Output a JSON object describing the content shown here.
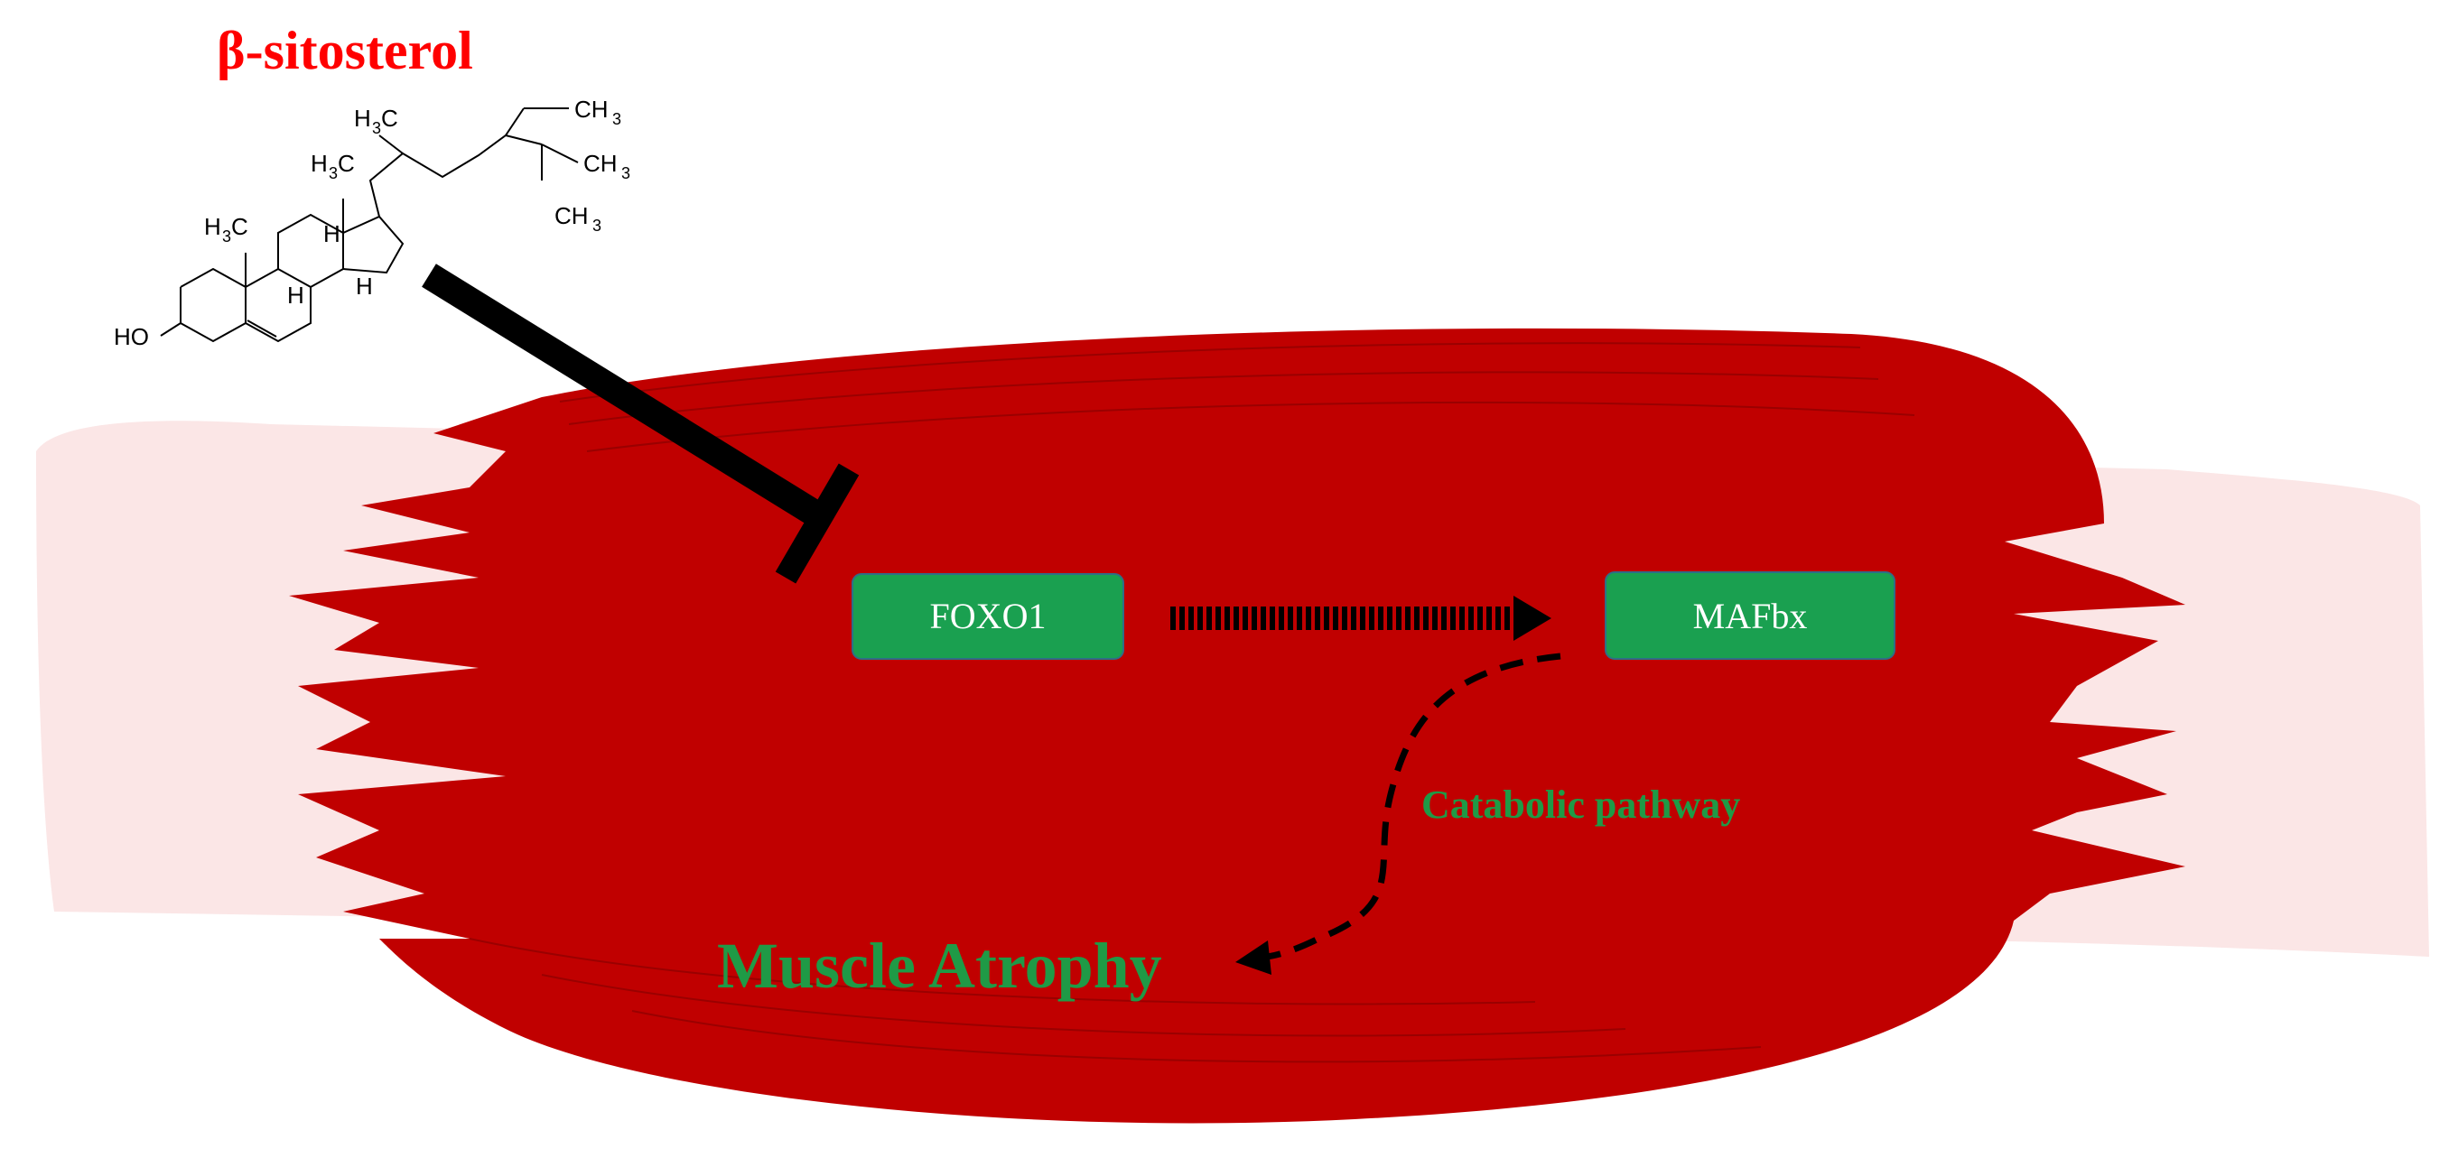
{
  "compound": {
    "name": "β-sitosterol",
    "name_color": "#ff0000",
    "atom_labels": {
      "ho": "HO",
      "h3c_a": "H",
      "h3c_b": "H",
      "h3c_c": "H",
      "ch3_a": "CH",
      "ch3_b": "CH",
      "ch3_c": "CH",
      "h_1": "H",
      "h_2": "H",
      "h_3": "H",
      "sub3": "3",
      "c": "C"
    }
  },
  "nodes": {
    "foxo1": {
      "label": "FOXO1"
    },
    "mafbx": {
      "label": "MAFbx"
    },
    "box_color": "#1aa050",
    "box_text_color": "#ffffff"
  },
  "labels": {
    "catabolic": "Catabolic pathway",
    "atrophy": "Muscle Atrophy",
    "label_color": "#1f9a46"
  },
  "colors": {
    "muscle": "#c00000",
    "muscle_shadow": "#a80000",
    "background_band": "#fbe6e6",
    "inhibitor": "#000000"
  }
}
